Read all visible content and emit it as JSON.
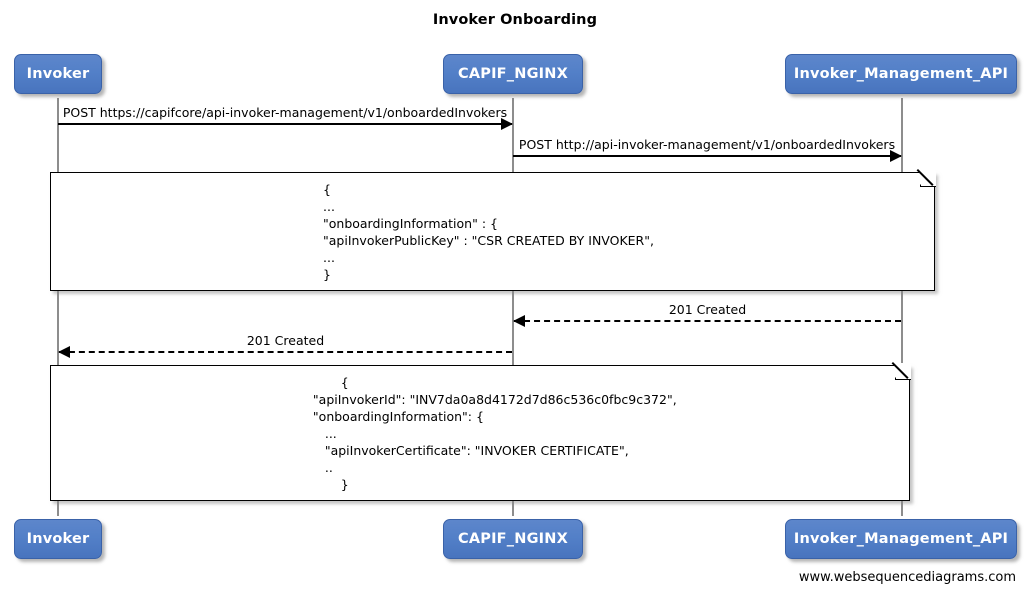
{
  "diagram": {
    "title": "Invoker Onboarding",
    "footer": "www.websequencediagrams.com",
    "accent_color": "#5380c8",
    "line_color": "#000000",
    "lifeline_color": "#8d8d8d"
  },
  "participants": [
    {
      "id": "invoker",
      "label": "Invoker"
    },
    {
      "id": "capif_nginx",
      "label": "CAPIF_NGINX"
    },
    {
      "id": "invoker_management_api",
      "label": "Invoker_Management_API"
    }
  ],
  "messages": [
    {
      "id": "msg-1",
      "label": "POST https://capifcore/api-invoker-management/v1/onboardedInvokers",
      "from": "invoker",
      "to": "capif_nginx",
      "style": "solid",
      "direction": "right"
    },
    {
      "id": "msg-2",
      "label": "POST http://api-invoker-management/v1/onboardedInvokers",
      "from": "capif_nginx",
      "to": "invoker_management_api",
      "style": "solid",
      "direction": "right"
    },
    {
      "id": "msg-3",
      "label": "201 Created",
      "from": "invoker_management_api",
      "to": "capif_nginx",
      "style": "dashed",
      "direction": "left"
    },
    {
      "id": "msg-4",
      "label": "201 Created",
      "from": "capif_nginx",
      "to": "invoker",
      "style": "dashed",
      "direction": "left"
    }
  ],
  "notes": [
    {
      "id": "note-1",
      "lines": [
        "{",
        "...",
        "\"onboardingInformation\" : {",
        "\"apiInvokerPublicKey\" : \"CSR CREATED BY INVOKER\",",
        "...",
        "}"
      ]
    },
    {
      "id": "note-2",
      "lines": [
        "          {",
        "   \"apiInvokerId\": \"INV7da0a8d4172d7d86c536c0fbc9c372\",",
        "   \"onboardingInformation\": {",
        "      ...",
        "      \"apiInvokerCertificate\": \"INVOKER CERTIFICATE\",",
        "      ..",
        "          }"
      ]
    }
  ]
}
